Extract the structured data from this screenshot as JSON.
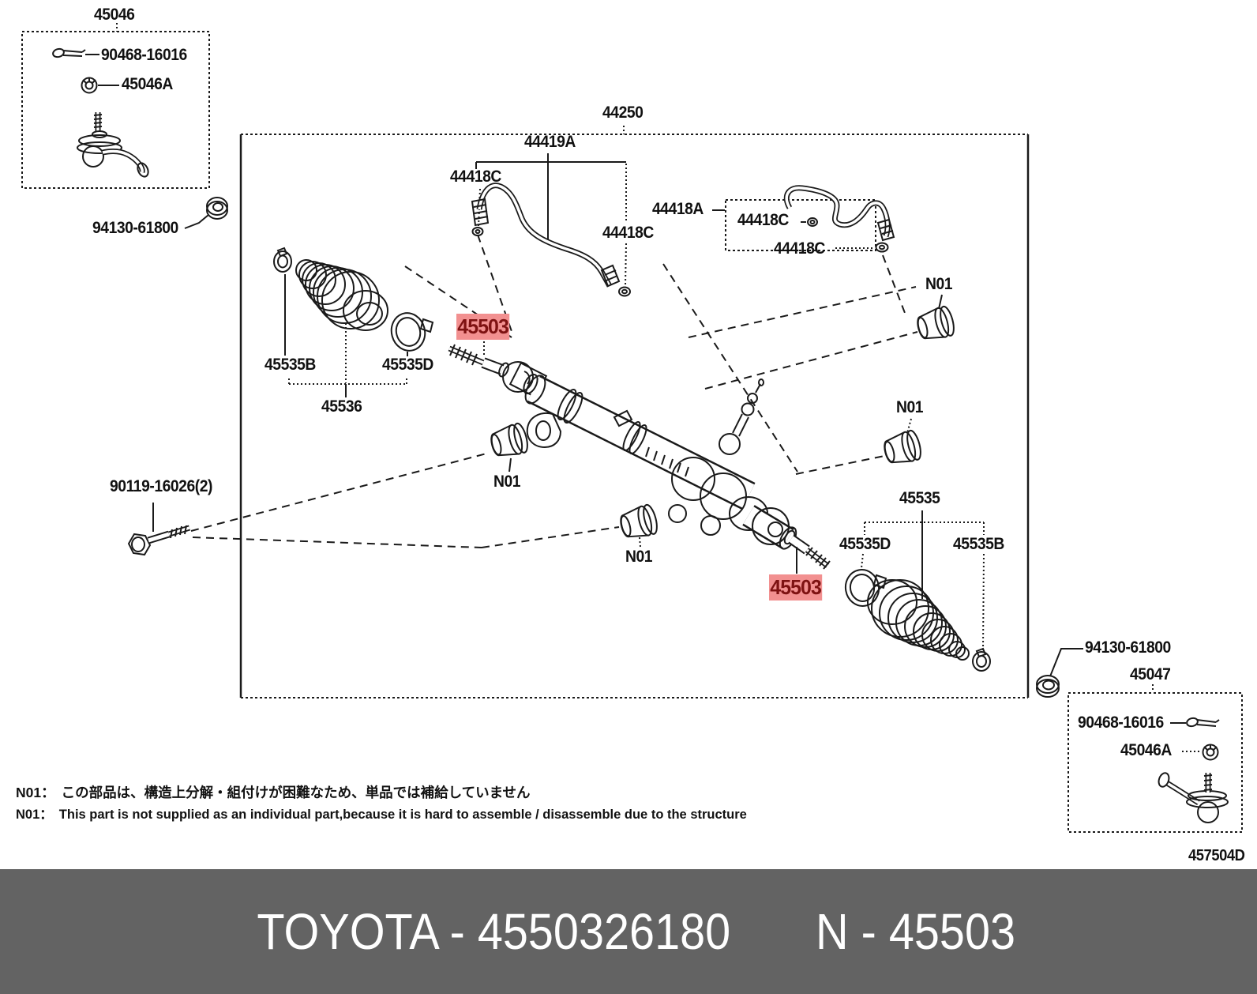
{
  "colors": {
    "highlight_bg": "#F29090",
    "highlight_text": "#7E1212",
    "banner_bg": "#636363",
    "banner_text": "#FFFFFF",
    "line": "#1A1A1A"
  },
  "banner": {
    "brand_code": "TOYOTA - 4550326180",
    "part_code": "N - 45503"
  },
  "footer_code": "457504D",
  "notes": {
    "jp": {
      "key": "N01：",
      "text": "この部品は、構造上分解・組付けが困難なため、単品では補給していません"
    },
    "en": {
      "key": "N01：",
      "text": "This part is not supplied as an individual part,because it is hard to assemble / disassemble due to the structure"
    }
  },
  "labels": {
    "l_45046": "45046",
    "l_90468_16016_tl": "90468-16016",
    "l_45046a_tl": "45046A",
    "l_94130_61800_tl": "94130-61800",
    "l_44250": "44250",
    "l_44419a": "44419A",
    "l_44418c_1": "44418C",
    "l_44418c_2": "44418C",
    "l_44418a": "44418A",
    "l_44418c_3": "44418C",
    "l_44418c_4": "44418C",
    "l_n01_1": "N01",
    "l_n01_2": "N01",
    "l_n01_3": "N01",
    "l_n01_4": "N01",
    "l_45535b_1": "45535B",
    "l_45535d_1": "45535D",
    "l_45536": "45536",
    "l_45503_1": "45503",
    "l_90119_16026": "90119-16026(2)",
    "l_45535": "45535",
    "l_45535d_2": "45535D",
    "l_45535b_2": "45535B",
    "l_45503_2": "45503",
    "l_94130_61800_br": "94130-61800",
    "l_45047": "45047",
    "l_90468_16016_br": "90468-16016",
    "l_45046a_br": "45046A",
    "l_457504d": "457504D"
  }
}
